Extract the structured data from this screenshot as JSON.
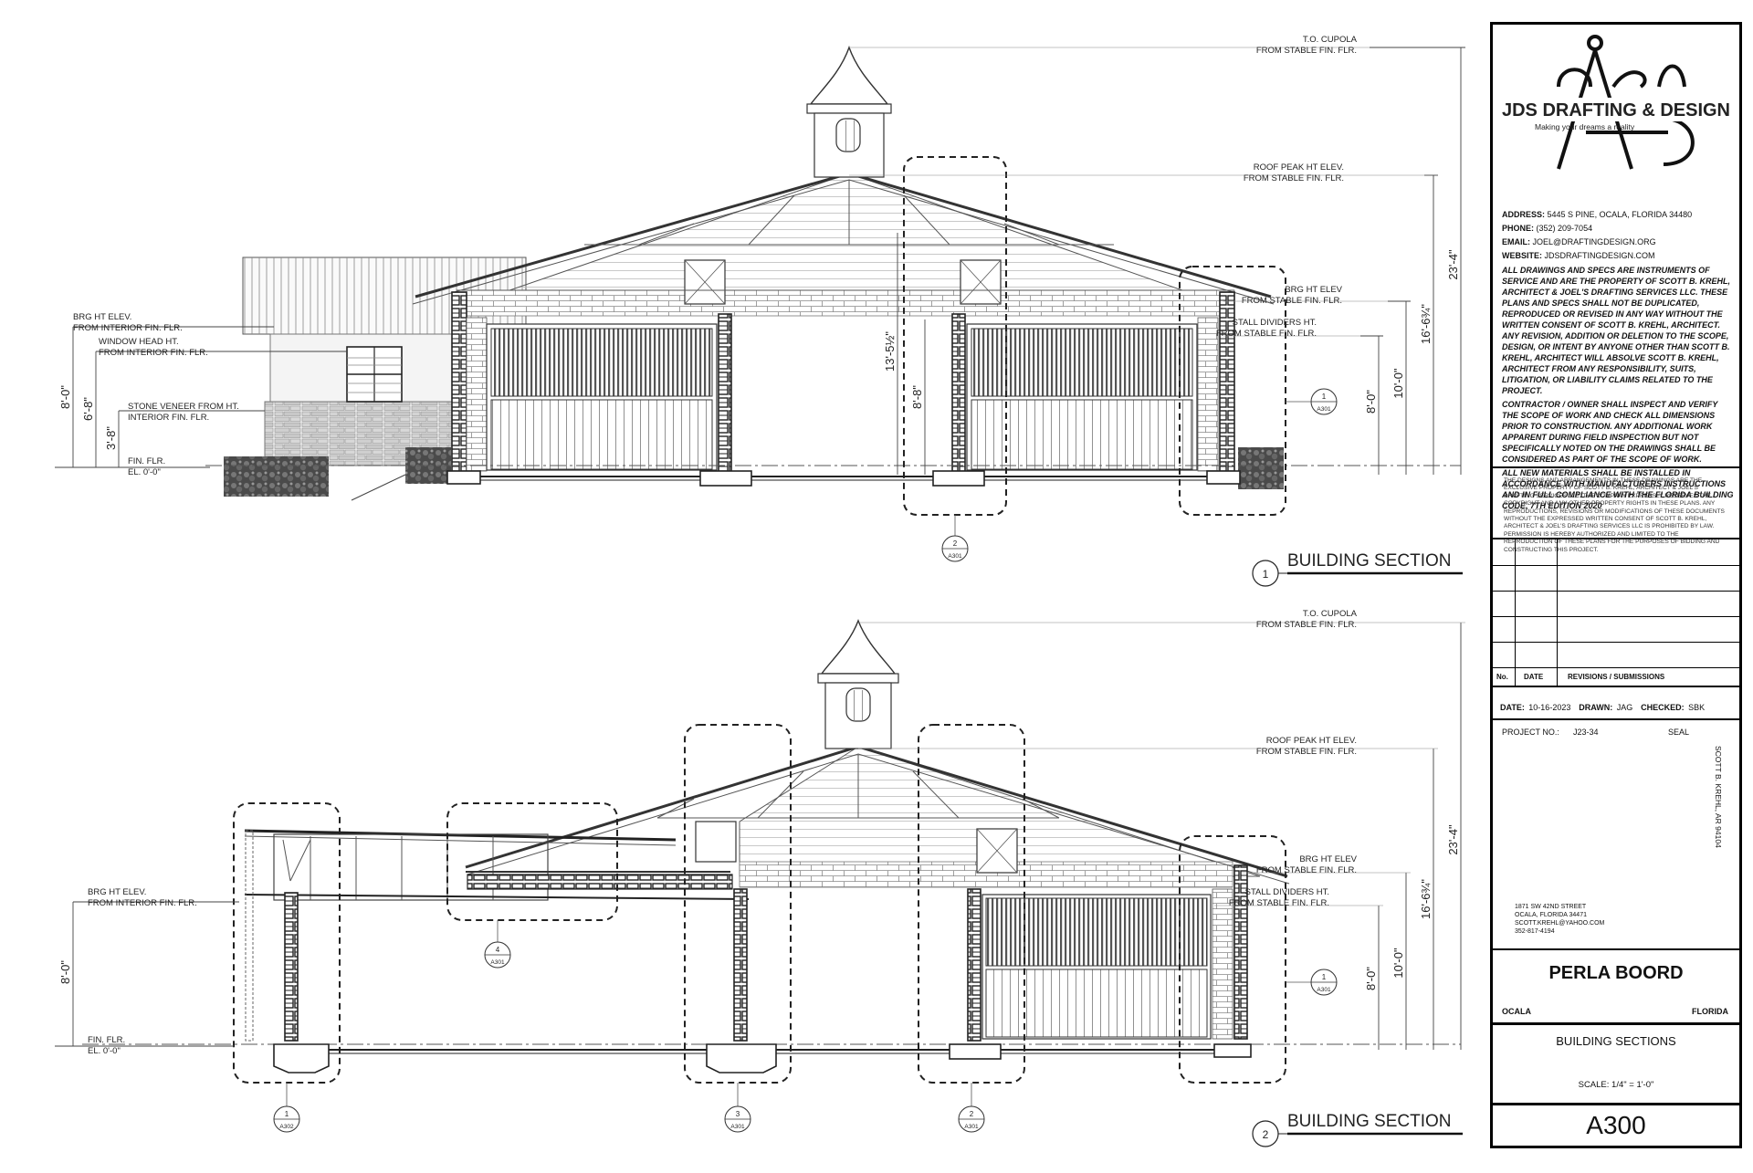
{
  "drawing": {
    "dims": {
      "d_23_4": "23'-4\"",
      "d_16_6": "16'-6¾\"",
      "d_10_0": "10'-0\"",
      "d_8_0": "8'-0\"",
      "d_8_8": "8'-8\"",
      "d_13_5": "13'-5½\"",
      "d_6_8": "6'-8\"",
      "d_3_8": "3'-8\""
    },
    "labels": {
      "to_cupola": "T.O. CUPOLA",
      "from_stable": "FROM STABLE FIN. FLR.",
      "roof_peak": "ROOF PEAK HT ELEV.",
      "brg_ht": "BRG HT ELEV",
      "stall_div": "STALL DIVIDERS HT.",
      "brg_ht_int": "BRG HT ELEV.",
      "from_int": "FROM INTERIOR FIN. FLR.",
      "window_head": "WINDOW HEAD HT.",
      "stone_veneer": "STONE VENEER FROM HT.",
      "interior_fin": "INTERIOR FIN. FLR.",
      "fin_flr": "FIN. FLR.",
      "el_0": "EL. 0'-0\""
    },
    "section1": {
      "num": "1",
      "title": "BUILDING SECTION"
    },
    "section2": {
      "num": "2",
      "title": "BUILDING SECTION"
    },
    "callouts": {
      "c1": "1",
      "c2": "2",
      "c3": "3",
      "c4": "4",
      "a301": "A301",
      "a302": "A302"
    }
  },
  "title_block": {
    "company": "JDS DRAFTING & DESIGN",
    "tagline": "Making your dreams a reality",
    "address_label": "ADDRESS:",
    "address": "5445 S PINE, OCALA, FLORIDA 34480",
    "phone_label": "PHONE:",
    "phone": "(352) 209-7054",
    "email_label": "EMAIL:",
    "email": "JOEL@DRAFTINGDESIGN.ORG",
    "website_label": "WEBSITE:",
    "website": "JDSDRAFTINGDESIGN.COM",
    "note1": "ALL DRAWINGS AND SPECS ARE INSTRUMENTS OF SERVICE AND ARE THE PROPERTY OF SCOTT B. KREHL, ARCHITECT & JOEL'S DRAFTING SERVICES LLC. THESE PLANS AND SPECS SHALL NOT BE DUPLICATED, REPRODUCED OR REVISED IN ANY WAY WITHOUT THE WRITTEN CONSENT OF SCOTT B. KREHL, ARCHITECT. ANY REVISION, ADDITION OR DELETION TO THE SCOPE, DESIGN, OR INTENT BY ANYONE OTHER THAN SCOTT B. KREHL, ARCHITECT WILL ABSOLVE SCOTT B. KREHL, ARCHITECT FROM ANY RESPONSIBILITY, SUITS, LITIGATION, OR LIABILITY CLAIMS RELATED TO THE PROJECT.",
    "note2": "CONTRACTOR / OWNER SHALL INSPECT AND VERIFY THE SCOPE OF WORK AND CHECK ALL DIMENSIONS PRIOR TO CONSTRUCTION. ANY ADDITIONAL WORK APPARENT DURING FIELD INSPECTION BUT NOT SPECIFICALLY NOTED ON THE DRAWINGS SHALL BE CONSIDERED AS PART OF THE SCOPE OF WORK.",
    "note3": "ALL NEW MATERIALS SHALL BE INSTALLED IN ACCORDANCE WITH MANUFACTURERS INSTRUCTIONS AND IN FULL COMPLIANCE WITH THE FLORIDA BUILDING CODE, 7th Edition 2020",
    "copyright": "THE DESIGNS AND ARRANGEMENTS IN THESE DRAWINGS ARE THE EXCLUSIVE PROPERTY OF SCOTT B. KREHL, ARCHITECT & JOEL'S DRAFTING SERVICES LLC. THE COMPANY EXPRESSLY RESERVES THE COPYRIGHT AND ANY OTHER PROPERTY RIGHTS IN THESE PLANS. ANY REPRODUCTIONS, REVISIONS OR MODIFICATIONS OF THESE DOCUMENTS WITHOUT THE EXPRESSED WRITTEN CONSENT OF SCOTT B. KREHL, ARCHITECT & JOEL'S DRAFTING SERVICES LLC IS PROHIBITED BY LAW. PERMISSION IS HEREBY AUTHORIZED AND LIMITED TO THE REPRODUCTION OF THESE PLANS FOR THE PURPOSES OF BIDDING AND CONSTRUCTING THIS PROJECT.",
    "rev_no": "No.",
    "rev_date": "DATE",
    "rev_title": "REVISIONS / SUBMISSIONS",
    "date_label": "DATE:",
    "date": "10-16-2023",
    "drawn_label": "DRAWN:",
    "drawn": "JAG",
    "checked_label": "CHECKED:",
    "checked": "SBK",
    "project_label": "PROJECT NO.:",
    "project": "J23-34",
    "seal": "SEAL",
    "architect_vertical": "SCOTT B. KREHL, AR 94104",
    "arch_addr1": "1871 SW 42ND STREET",
    "arch_addr2": "OCALA, FLORIDA 34471",
    "arch_email": "SCOTT.KREHL@YAHOO.COM",
    "arch_phone": "352-817-4194",
    "client": "PERLA BOORD",
    "city": "OCALA",
    "state": "FLORIDA",
    "sheet_title": "BUILDING SECTIONS",
    "scale": "SCALE: 1/4\" = 1'-0\"",
    "sheet_no": "A300"
  }
}
